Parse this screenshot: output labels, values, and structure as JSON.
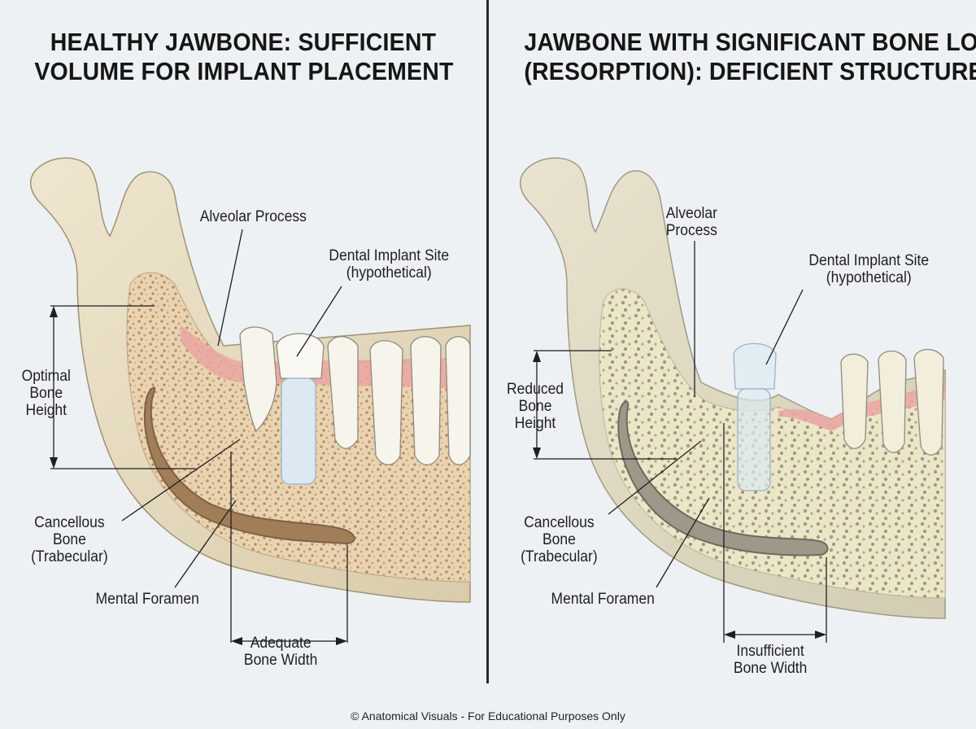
{
  "left": {
    "title_line1": "HEALTHY JAWBONE: SUFFICIENT",
    "title_line2": "VOLUME FOR IMPLANT PLACEMENT",
    "labels": {
      "alveolar": "Alveolar Process",
      "implant_line1": "Dental Implant Site",
      "implant_line2": "(hypothetical)",
      "height_line1": "Optimal",
      "height_line2": "Bone",
      "height_line3": "Height",
      "cancellous_line1": "Cancellous",
      "cancellous_line2": "Bone",
      "cancellous_line3": "(Trabecular)",
      "mental": "Mental Foramen",
      "width_line1": "Adequate",
      "width_line2": "Bone Width"
    }
  },
  "right": {
    "title_line1": "JAWBONE WITH SIGNIFICANT BONE LOSS",
    "title_line2": "(RESORPTION): DEFICIENT STRUCTURE",
    "labels": {
      "alveolar_line1": "Alveolar",
      "alveolar_line2": "Process",
      "implant_line1": "Dental Implant Site",
      "implant_line2": "(hypothetical)",
      "height_line1": "Reduced",
      "height_line2": "Bone",
      "height_line3": "Height",
      "cancellous_line1": "Cancellous",
      "cancellous_line2": "Bone",
      "cancellous_line3": "(Trabecular)",
      "mental": "Mental Foramen",
      "width_line1": "Insufficient",
      "width_line2": "Bone Width"
    }
  },
  "footer": "© Anatomical Visuals - For Educational Purposes Only",
  "colors": {
    "background": "#eef1f3",
    "cortical_bone": "#e6dcc2",
    "cancellous_bone": "#e8d2b0",
    "gum": "#e9a7a4",
    "tooth": "#f7f4ec",
    "implant": "#dbe8f2",
    "canal": "#9b7b5a"
  }
}
